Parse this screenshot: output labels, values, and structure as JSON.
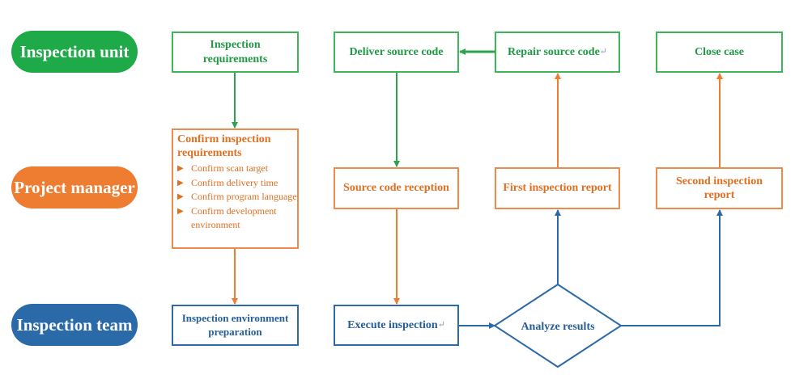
{
  "lanes": {
    "inspection_unit": "Inspection unit",
    "project_manager": "Project manager",
    "inspection_team": "Inspection team"
  },
  "nodes": {
    "inspection_requirements": "Inspection requirements",
    "deliver_source_code": "Deliver source code",
    "repair_source_code": "Repair source code",
    "close_case": "Close case",
    "confirm_requirements": {
      "title": "Confirm inspection requirements",
      "items": [
        "Confirm scan target",
        "Confirm delivery time",
        "Confirm program language",
        "Confirm development environment"
      ]
    },
    "source_code_reception": "Source code reception",
    "first_inspection_report": "First inspection report",
    "second_inspection_report": "Second inspection report",
    "inspection_environment_preparation": "Inspection environment preparation",
    "execute_inspection": "Execute inspection",
    "analyze_results": "Analyze results"
  },
  "colors": {
    "inspection_unit": "#1faa4a",
    "project_manager": "#ee7d32",
    "inspection_team": "#2a6aa8"
  }
}
